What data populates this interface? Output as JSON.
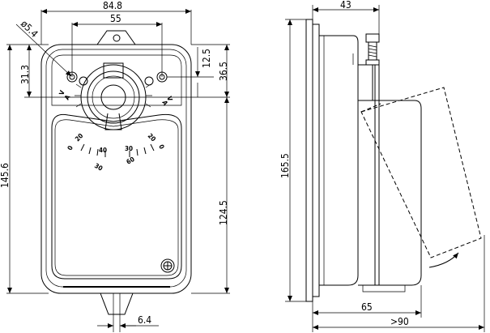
{
  "front_view": {
    "dim_width": "84.8",
    "dim_hole_spacing": "55",
    "dim_hole_diameter": "ø5.4",
    "dim_hole_offset_left": "31.3",
    "dim_hole_offset_right": "12.5",
    "dim_center_height": "36.5",
    "dim_total_height": "145.6",
    "dim_body_height": "124.5",
    "dim_bottom_tab": "6.4",
    "scale_left": [
      "0",
      "20",
      "40",
      "30"
    ],
    "scale_left_letters": [
      "V",
      "A"
    ],
    "scale_right": [
      "0",
      "20",
      "30",
      "60"
    ],
    "scale_right_letters": [
      "V",
      "A"
    ]
  },
  "side_view": {
    "dim_depth_top": "43",
    "dim_total_height": "165.5",
    "dim_depth_bottom": "65",
    "dim_depth_max": ">90"
  }
}
